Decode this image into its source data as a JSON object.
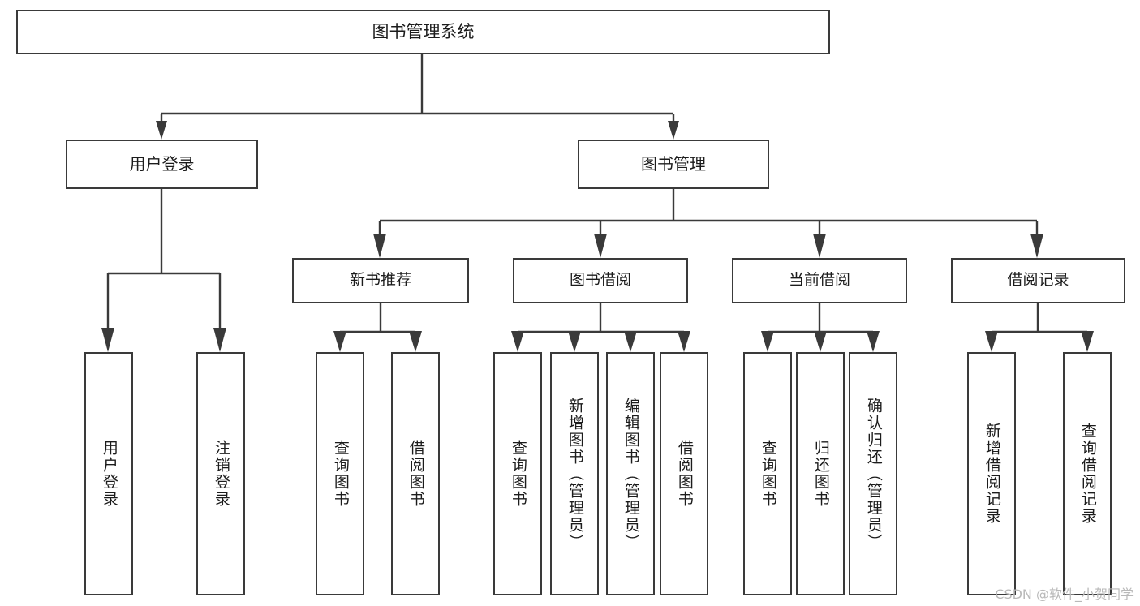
{
  "diagram": {
    "type": "tree",
    "title": "图书管理系统",
    "watermark": "CSDN @软件_小贺同学",
    "root": {
      "label": "图书管理系统"
    },
    "level1": [
      {
        "key": "user_login",
        "label": "用户登录"
      },
      {
        "key": "book_manage",
        "label": "图书管理"
      }
    ],
    "level2": [
      {
        "key": "new_book_rec",
        "label": "新书推荐"
      },
      {
        "key": "book_borrow",
        "label": "图书借阅"
      },
      {
        "key": "current_borrow",
        "label": "当前借阅"
      },
      {
        "key": "borrow_record",
        "label": "借阅记录"
      }
    ],
    "leaves": {
      "user_login": [
        {
          "label": "用户登录"
        },
        {
          "label": "注销登录"
        }
      ],
      "new_book_rec": [
        {
          "label": "查询图书"
        },
        {
          "label": "借阅图书"
        }
      ],
      "book_borrow": [
        {
          "label": "查询图书"
        },
        {
          "label": "新增图书（管理员）"
        },
        {
          "label": "编辑图书（管理员）"
        },
        {
          "label": "借阅图书"
        }
      ],
      "current_borrow": [
        {
          "label": "查询图书"
        },
        {
          "label": "归还图书"
        },
        {
          "label": "确认归还（管理员）"
        }
      ],
      "borrow_record": [
        {
          "label": "新增借阅记录"
        },
        {
          "label": "查询借阅记录"
        }
      ]
    },
    "colors": {
      "stroke": "#3a3a3a",
      "text": "#1c1c1c",
      "background": "#ffffff",
      "watermark": "#b9b9b9"
    }
  }
}
